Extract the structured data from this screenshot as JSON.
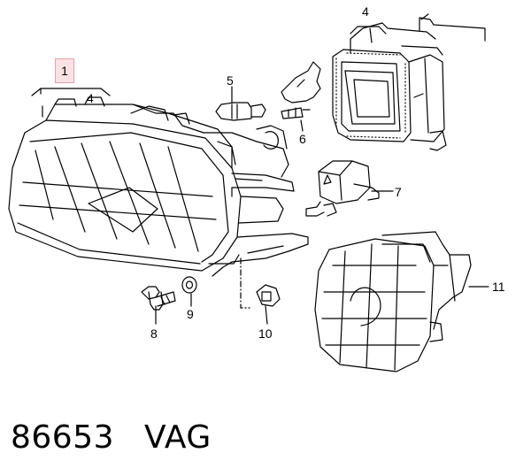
{
  "callouts": {
    "c1": "1",
    "c4_left": "4",
    "c4_top": "4",
    "c5": "5",
    "c6": "6",
    "c7": "7",
    "c8": "8",
    "c9": "9",
    "c10": "10",
    "c11": "11"
  },
  "footer": {
    "part_number": "86653",
    "brand": "VAG"
  },
  "colors": {
    "highlight_fill": "#fbe3e5",
    "highlight_border": "#e8a0a6",
    "line": "#000000"
  }
}
